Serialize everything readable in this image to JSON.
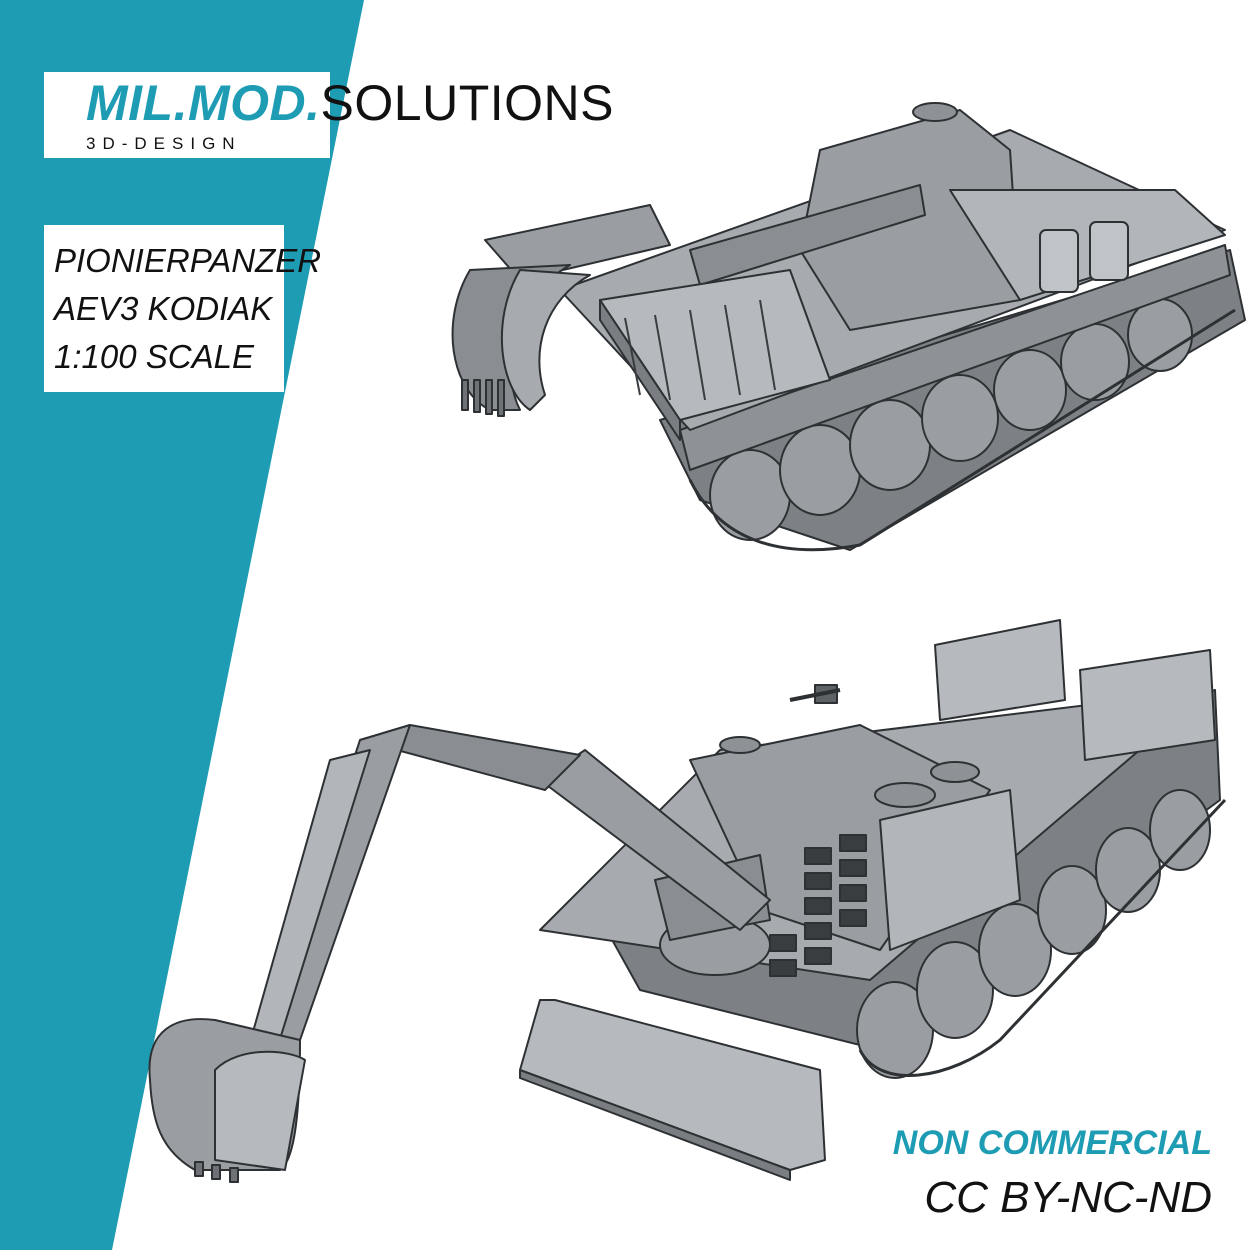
{
  "brand": {
    "accent": "MIL.MOD.",
    "rest": "SOLUTIONS",
    "subtitle": "3D-DESIGN"
  },
  "product": {
    "line1": "PIONIERPANZER",
    "line2": "AEV3 KODIAK",
    "line3": "1:100 SCALE"
  },
  "license": {
    "tag": "NON COMMERCIAL",
    "code": "CC BY-NC-ND"
  },
  "colors": {
    "teal": "#1d9cb4",
    "model_gray": "#8e9296",
    "model_dark": "#5e6266",
    "model_light": "#b4b8bc",
    "text": "#111111",
    "background": "#ffffff"
  },
  "images": {
    "top_render": "3D render of AEV3 Kodiak with mine plough, rear three-quarter view",
    "bottom_render": "3D render of AEV3 Kodiak with excavator arm and dozer blade, front three-quarter view"
  }
}
